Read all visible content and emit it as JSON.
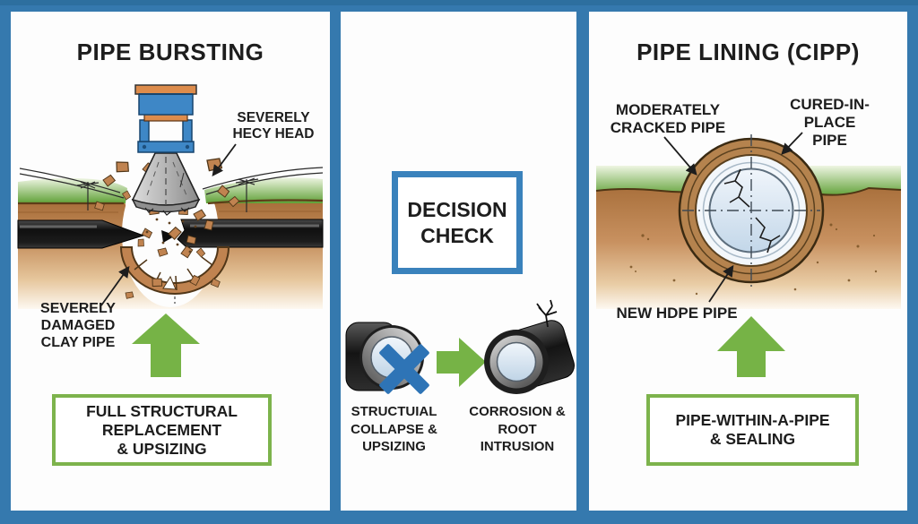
{
  "colors": {
    "frame_blue": "#3579ae",
    "decision_border_blue": "#3a82bc",
    "cross_blue": "#2e74b6",
    "green_accent": "#76b346",
    "green_box_border": "#7db34c",
    "text": "#1d1d1d",
    "clay_brown": "#c08350",
    "soil_brown": "#a9703c",
    "grass_green": "#61a135",
    "machine_blue": "#3e87c6",
    "machine_orange": "#dd8c4c",
    "pipe_interior_blue": "#d9e6f2"
  },
  "left_panel": {
    "title": "PIPE BURSTING",
    "head_label": {
      "lines": [
        "SEVERELY",
        "HECY HEAD"
      ]
    },
    "clay_label": {
      "lines": [
        "SEVERELY DAMAGED",
        "CLAY PIPE"
      ]
    },
    "result_box": {
      "lines": [
        "FULL STRUCTURAL",
        "REPLACEMENT",
        "& UPSIZING"
      ]
    }
  },
  "middle_panel": {
    "decision_box": {
      "lines": [
        "DECISION",
        "CHECK"
      ]
    },
    "collapse_label": {
      "lines": [
        "STRUCTUIAL",
        "COLLAPSE &",
        "UPSIZING"
      ]
    },
    "corrosion_label": {
      "lines": [
        "CORROSION &",
        "ROOT INTRUSION"
      ]
    }
  },
  "right_panel": {
    "title": "PIPE LINING (CIPP)",
    "cracked_label": {
      "lines": [
        "MODERATELY",
        "CRACKED PIPE"
      ]
    },
    "cipp_label": {
      "lines": [
        "CURED-IN-PLACE",
        "PIPE"
      ]
    },
    "hdpe_label": "NEW HDPE PIPE",
    "result_box": {
      "lines": [
        "PIPE-WITHIN-A-PIPE",
        "& SEALING"
      ]
    }
  }
}
